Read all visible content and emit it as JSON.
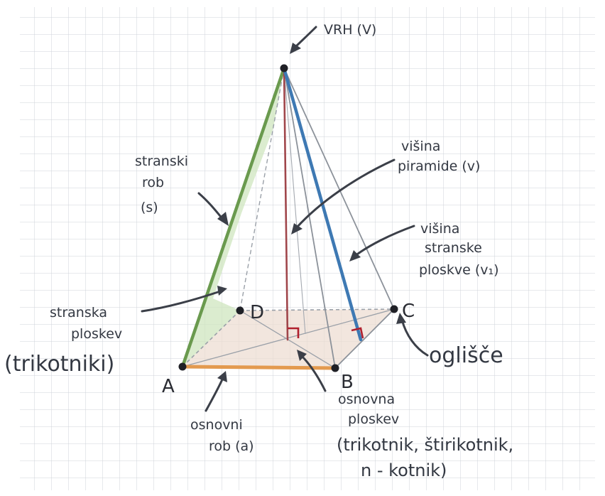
{
  "labels": {
    "apex": "VRH (V)",
    "lateral_edge_1": "stranski",
    "lateral_edge_2": "rob",
    "lateral_edge_3": "(s)",
    "pyramid_height_1": "višina",
    "pyramid_height_2": "piramide (v)",
    "slant_height_1": "višina",
    "slant_height_2": "stranske",
    "slant_height_3": "ploskve (v₁)",
    "lateral_face_1": "stranska",
    "lateral_face_2": "ploskev",
    "lateral_face_3": "(trikotniki)",
    "vertex_term": "oglišče",
    "base_face_1": "osnovna",
    "base_face_2": "ploskev",
    "base_face_3": "(trikotnik, štirikotnik,",
    "base_face_4": "n - kotnik)",
    "base_edge_1": "osnovni",
    "base_edge_2": "rob (a)"
  },
  "vertices": {
    "A": "A",
    "B": "B",
    "C": "C",
    "D": "D"
  },
  "colors": {
    "paper": "#ffffff",
    "grid": "#cfd3da",
    "lateral_edge_green": "#6a9a4e",
    "lateral_face_fill": "#cfe6bf",
    "height_red": "#a0464b",
    "slant_height_blue": "#3e79b3",
    "base_edge_orange": "#e39a4f",
    "base_fill": "#ecdcd0",
    "pencil": "#9aa0a8",
    "ink": "#333842",
    "right_angle_mark": "#b0202e"
  },
  "icons": {
    "arrows": "hand-drawn-arrow",
    "right_angle": "right-angle-mark"
  }
}
